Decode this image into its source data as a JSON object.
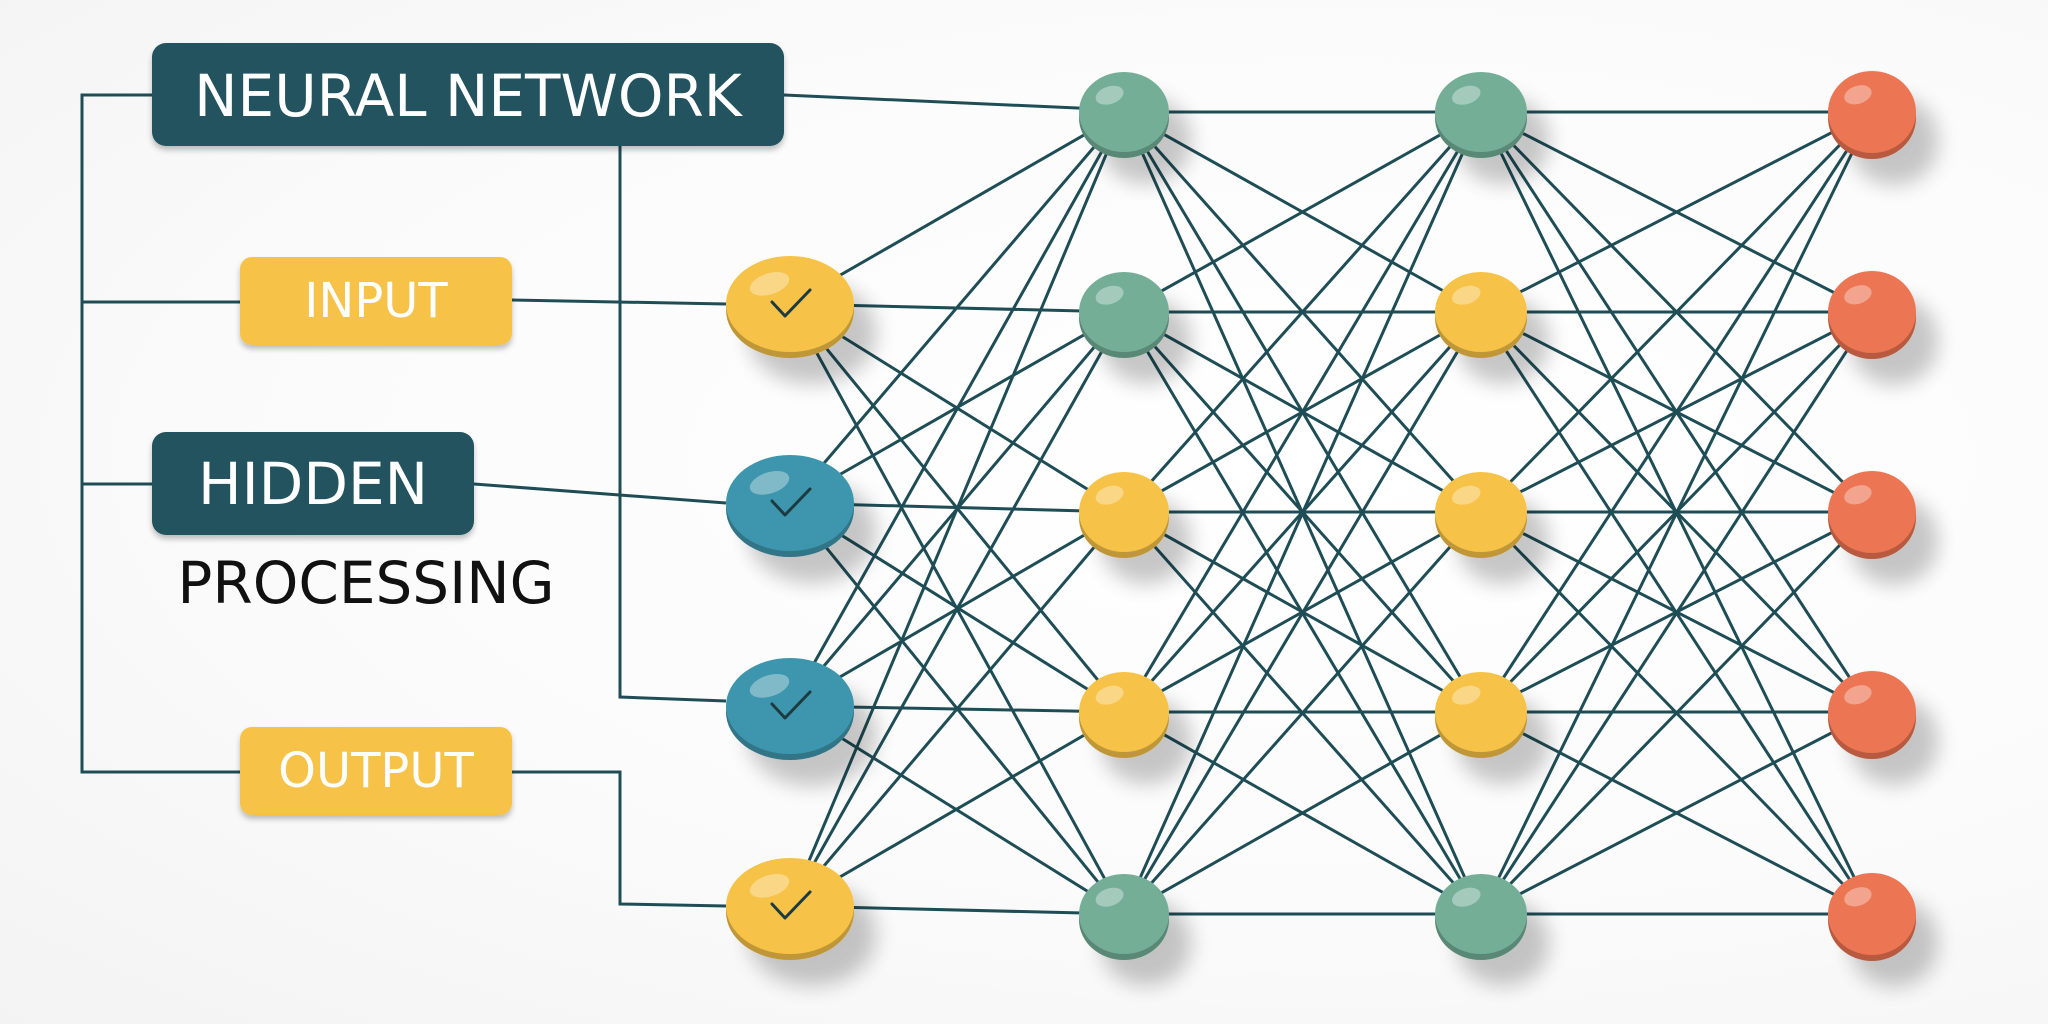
{
  "labels": {
    "title": "NEURAL NETWORK",
    "input": "INPUT",
    "hidden": "HIDDEN",
    "processing": "PROCESSING",
    "output": "OUTPUT"
  },
  "colors": {
    "dark_teal": "#24535e",
    "yellow": "#f6c246",
    "blue": "#3d96ad",
    "green": "#74ae97",
    "coral": "#ec7452",
    "line": "#1f4d56",
    "text_dark": "#111111",
    "text_light": "#ffffff"
  },
  "layers": [
    {
      "name": "input-layer",
      "nodes": [
        "yellow",
        "blue",
        "blue",
        "yellow"
      ],
      "checked": true
    },
    {
      "name": "hidden-layer-1",
      "nodes": [
        "green",
        "green",
        "yellow",
        "yellow",
        "green"
      ],
      "checked": false
    },
    {
      "name": "hidden-layer-2",
      "nodes": [
        "green",
        "yellow",
        "yellow",
        "yellow",
        "green"
      ],
      "checked": false
    },
    {
      "name": "output-layer",
      "nodes": [
        "coral",
        "coral",
        "coral",
        "coral",
        "coral"
      ],
      "checked": false
    }
  ],
  "icons": {
    "node_check": "checkmark-icon"
  }
}
